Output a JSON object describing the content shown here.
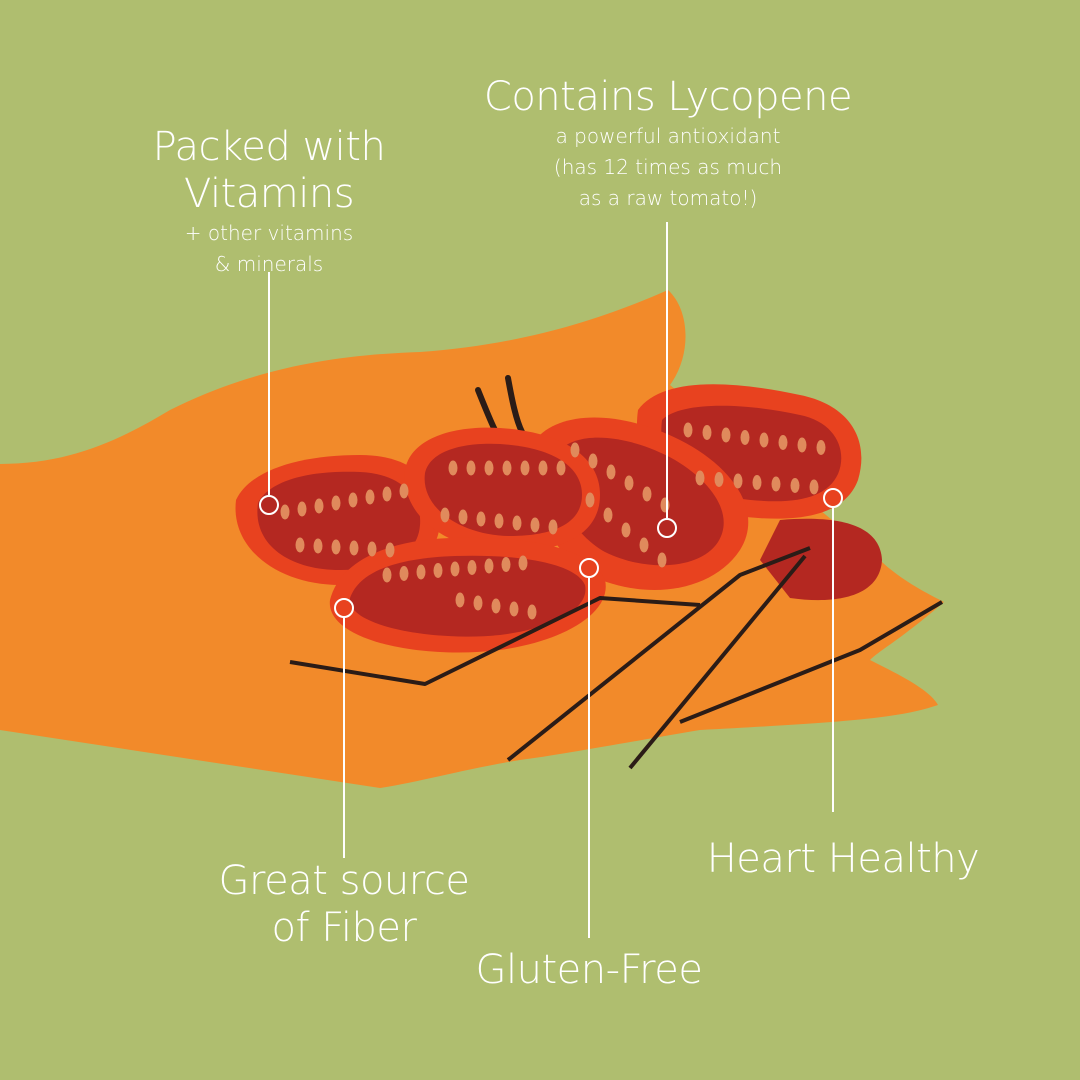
{
  "colors": {
    "background": "#afbe6f",
    "hand": "#f28a2a",
    "tomato_outer": "#e8421f",
    "tomato_inner": "#b42821",
    "tomato_seed": "#e08a5c",
    "outline": "#2b1c17",
    "callout": "#ffffff"
  },
  "callouts": {
    "vitamins": {
      "title_line1": "Packed with",
      "title_line2": "Vitamins",
      "sub_line1": "+ other vitamins",
      "sub_line2": "& minerals"
    },
    "lycopene": {
      "title": "Contains Lycopene",
      "sub_line1": "a powerful antioxidant",
      "sub_line2": "(has 12 times as much",
      "sub_line3": "as a raw tomato!)"
    },
    "fiber": {
      "title_line1": "Great source",
      "title_line2": "of Fiber"
    },
    "gluten": {
      "title": "Gluten-Free"
    },
    "heart": {
      "title": "Heart Healthy"
    }
  }
}
